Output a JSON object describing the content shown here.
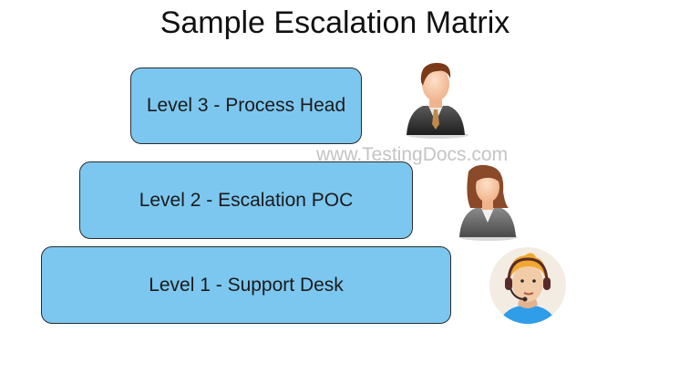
{
  "title": "Sample Escalation Matrix",
  "watermark": "www.TestingDocs.com",
  "levels": [
    {
      "label": "Level 3 - Process Head",
      "icon": "manager-icon"
    },
    {
      "label": "Level 2 - Escalation POC",
      "icon": "female-person-icon"
    },
    {
      "label": "Level 1 - Support Desk",
      "icon": "support-agent-headset-icon"
    }
  ],
  "colors": {
    "box_fill": "#7cc7ef",
    "box_border": "#2b2b2b",
    "watermark": "#c4c4c4"
  }
}
